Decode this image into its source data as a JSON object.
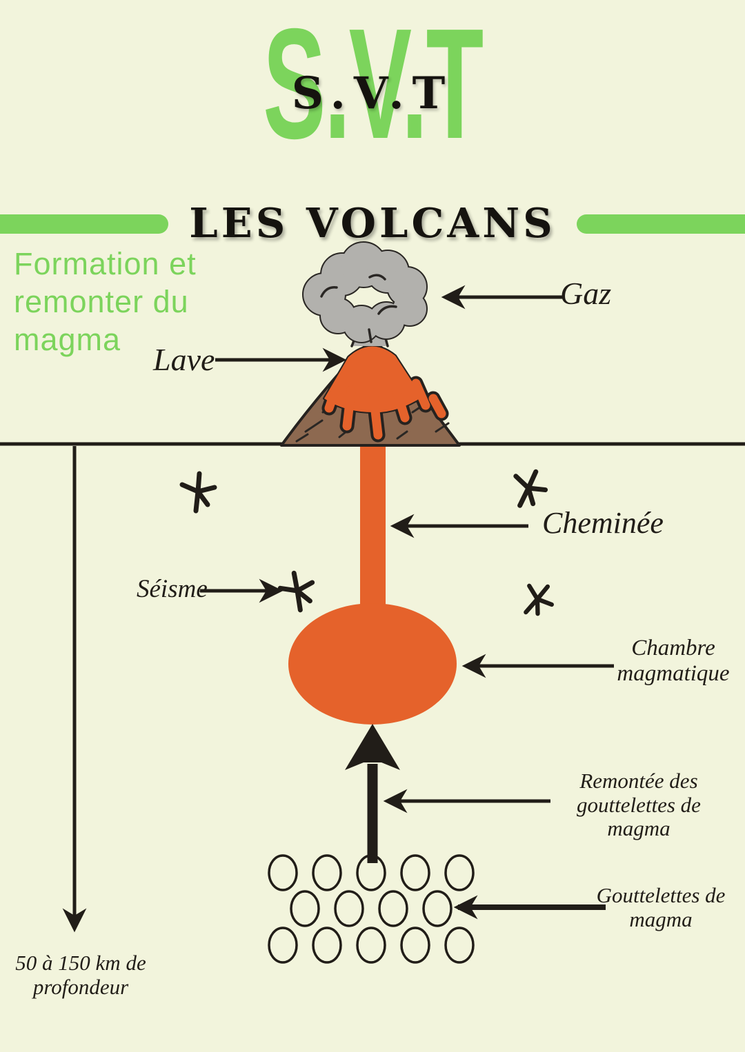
{
  "page": {
    "background_color": "#f2f4dc",
    "accent_green": "#7cd45c",
    "magma_orange": "#e5622b",
    "volcano_brown": "#8d6950",
    "cloud_gray": "#b2b1ad",
    "ink": "#211d18"
  },
  "header": {
    "watermark": "S.V.T",
    "subject_overlay": "S.V.T",
    "banner_title": "LES VOLCANS",
    "topic": "Formation et\nremonter du\nmagma"
  },
  "diagram": {
    "labels": {
      "gas": "Gaz",
      "lava": "Lave",
      "chimney": "Cheminée",
      "earthquake": "Séisme",
      "magma_chamber": "Chambre\nmagmatique",
      "magma_rise": "Remontée des\ngouttelettes de magma",
      "magma_droplets": "Gouttelettes de\nmagma",
      "depth": "50 à 150 km de\nprofondeur"
    }
  }
}
